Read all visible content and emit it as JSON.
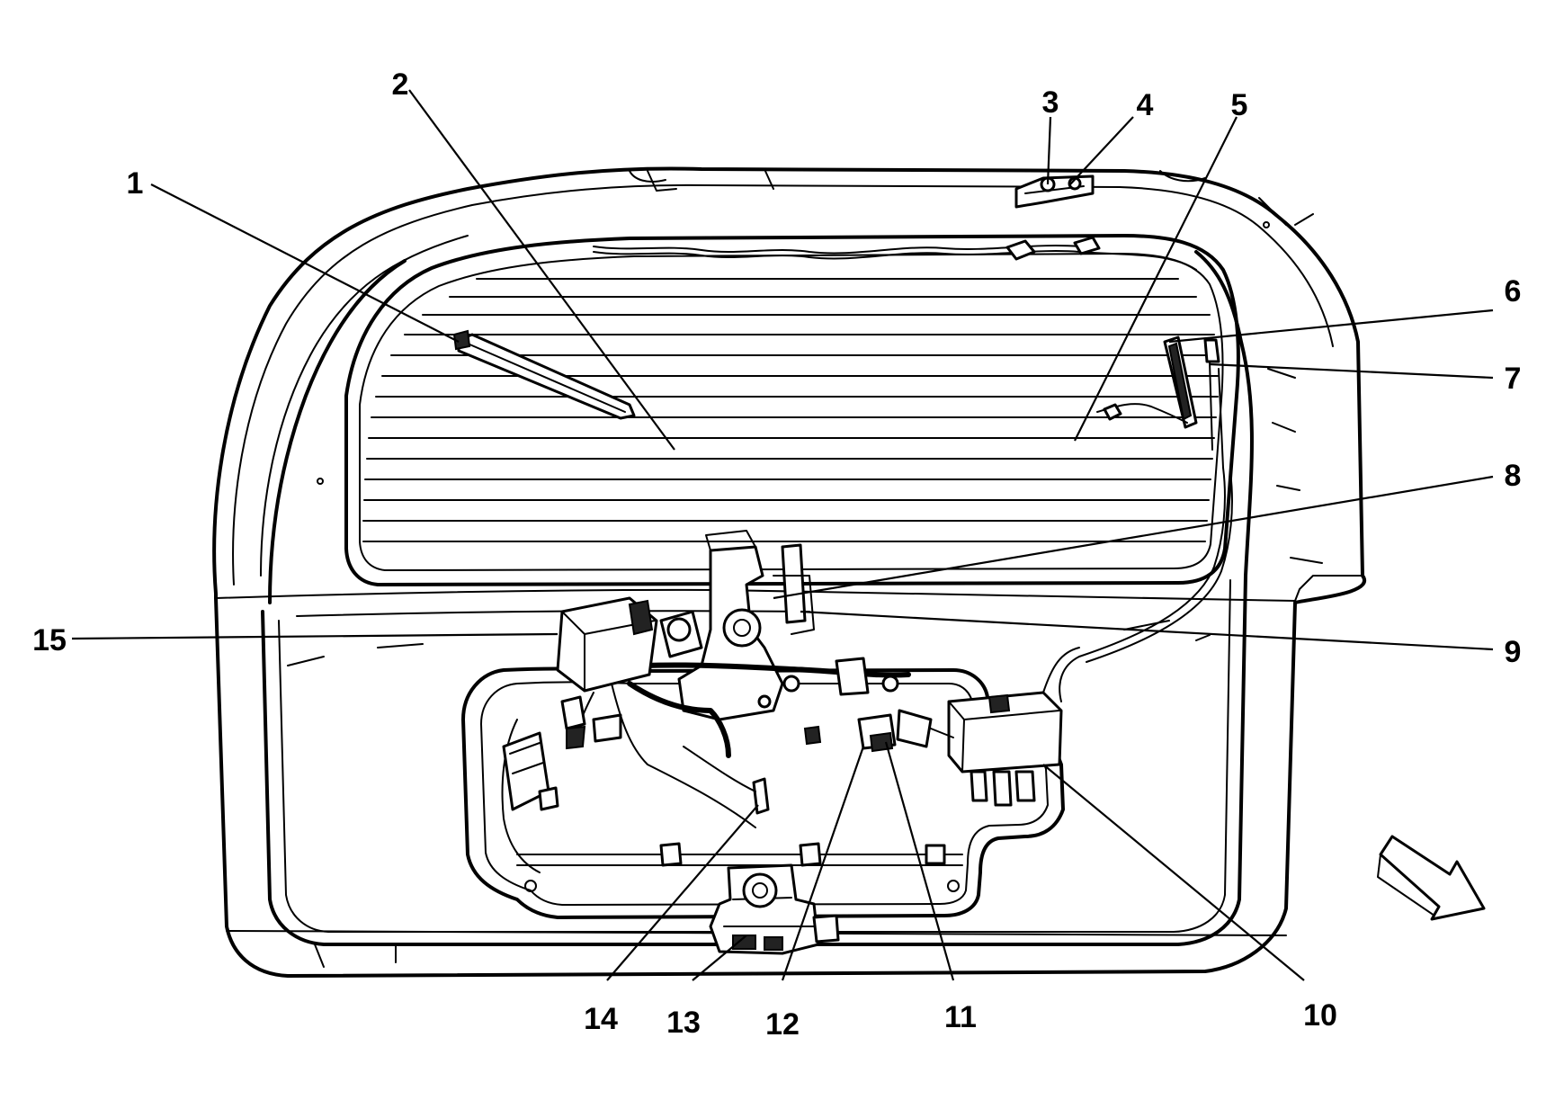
{
  "diagram": {
    "callouts": [
      {
        "id": "1",
        "label": "1"
      },
      {
        "id": "2",
        "label": "2"
      },
      {
        "id": "3",
        "label": "3"
      },
      {
        "id": "4",
        "label": "4"
      },
      {
        "id": "5",
        "label": "5"
      },
      {
        "id": "6",
        "label": "6"
      },
      {
        "id": "7",
        "label": "7"
      },
      {
        "id": "8",
        "label": "8"
      },
      {
        "id": "9",
        "label": "9"
      },
      {
        "id": "10",
        "label": "10"
      },
      {
        "id": "11",
        "label": "11"
      },
      {
        "id": "12",
        "label": "12"
      },
      {
        "id": "13",
        "label": "13"
      },
      {
        "id": "14",
        "label": "14"
      },
      {
        "id": "15",
        "label": "15"
      }
    ],
    "direction_arrow_icon": "forward-arrow-icon"
  }
}
